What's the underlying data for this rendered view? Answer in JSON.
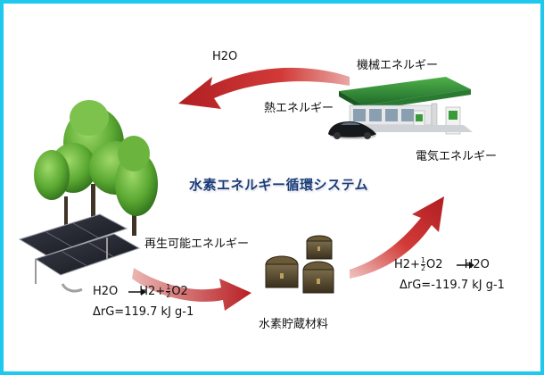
{
  "title": "水素エネルギー循環システム",
  "labels": {
    "water": "H2O",
    "mechanical_energy": "機械エネルギー",
    "thermal_energy": "熱エネルギー",
    "electrical_energy": "電気エネルギー",
    "renewable_energy": "再生可能エネルギー",
    "hydrogen_storage": "水素貯蔵材料"
  },
  "equation_left": {
    "line1_lhs": "H2O",
    "line1_rhs_h2": "H2+",
    "frac_num": "1",
    "frac_den": "2",
    "line1_rhs_o2": "O2",
    "line2": "ΔrG=119.7 kJ g-1"
  },
  "equation_right": {
    "line1_lhs_h2": "H2+",
    "frac_num": "1",
    "frac_den": "2",
    "line1_lhs_o2": "O2",
    "line1_rhs": "H2O",
    "line2": "ΔrG=-119.7 kJ g-1"
  },
  "colors": {
    "border": "#1ec8ee",
    "arrow": "#c0282a",
    "title": "#1b3c78"
  },
  "icons": [
    "trees",
    "solar-panels",
    "gas-station",
    "car",
    "treasure-chests",
    "cycle-arrows"
  ]
}
